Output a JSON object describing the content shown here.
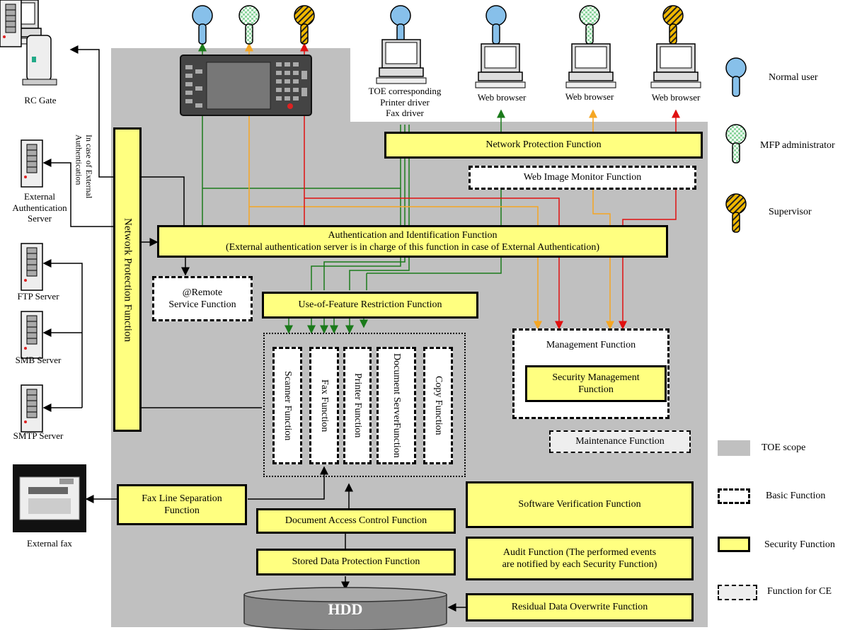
{
  "actors": {
    "normal_user": "Normal user",
    "mfp_admin": "MFP administrator",
    "supervisor": "Supervisor"
  },
  "clients": {
    "toe_driver": [
      "TOE corresponding",
      "Printer driver",
      "Fax driver"
    ],
    "web_browser": "Web browser"
  },
  "servers": {
    "rc_gate": "RC Gate",
    "ext_auth": [
      "External",
      "Authentication",
      "Server"
    ],
    "ftp": "FTP Server",
    "smb": "SMB Server",
    "smtp": "SMTP Server",
    "ext_fax": "External fax",
    "ext_auth_note": [
      "In case of External",
      "Authentication"
    ]
  },
  "functions": {
    "net_prot_top": "Network Protection Function",
    "net_prot_left": "Network Protection Function",
    "web_image": "Web Image Monitor Function",
    "auth": [
      "Authentication and Identification Function",
      "(External authentication server is in charge of this function in case of External Authentication)"
    ],
    "remote": [
      "@Remote",
      "Service Function"
    ],
    "use_of_feature": "Use-of-Feature Restriction Function",
    "scanner": "Scanner Function",
    "fax": "Fax Function",
    "printer": "Printer Function",
    "doc_server": [
      "Document Server",
      "Function"
    ],
    "copy": "Copy Function",
    "management": "Management Function",
    "sec_mgmt": [
      "Security Management",
      "Function"
    ],
    "maintenance": "Maintenance Function",
    "fax_line": [
      "Fax Line Separation",
      "Function"
    ],
    "software_verif": "Software Verification Function",
    "doc_access": "Document Access Control Function",
    "audit": [
      "Audit Function (The performed events",
      "are notified by each Security Function)"
    ],
    "stored_data": "Stored Data Protection Function",
    "residual": "Residual Data Overwrite Function",
    "hdd": "HDD"
  },
  "legend": {
    "toe_scope": "TOE scope",
    "basic": "Basic Function",
    "security": "Security Function",
    "ce": "Function for CE"
  },
  "colors": {
    "toe_scope": "#c0c0c0",
    "security_fill": "#ffff80",
    "normal_user": "#87c0ea",
    "admin_check": "#8fd5a0",
    "supervisor": "#f0b800",
    "green_line": "#1a7a1a",
    "orange_line": "#f5a623",
    "red_line": "#e01010"
  }
}
